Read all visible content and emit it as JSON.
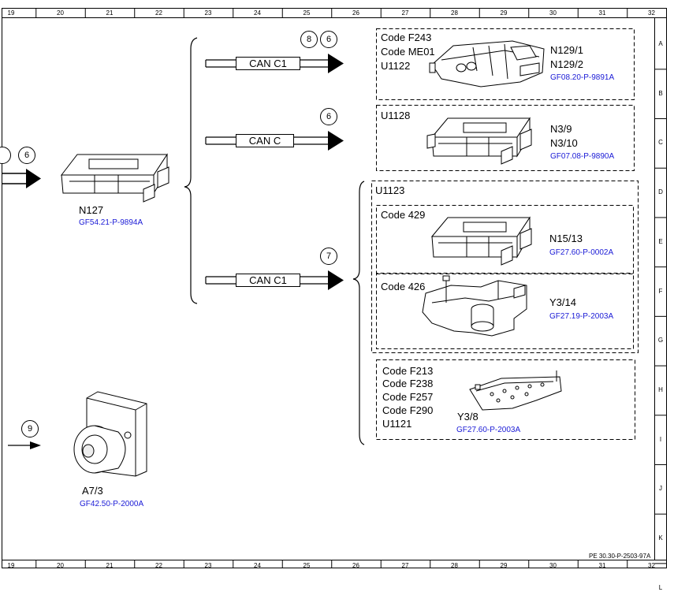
{
  "sheet": {
    "columns": [
      "19",
      "20",
      "21",
      "22",
      "23",
      "24",
      "25",
      "26",
      "27",
      "28",
      "29",
      "30",
      "31",
      "32"
    ],
    "rows": [
      "A",
      "B",
      "C",
      "D",
      "E",
      "F",
      "G",
      "H",
      "I",
      "J",
      "K",
      "L"
    ],
    "doc_ref": "PE 30.30-P-2503-97A"
  },
  "left": {
    "n127": {
      "circle_left": "",
      "circle": "6",
      "label": "N127",
      "ref": "GF54.21-P-9894A"
    },
    "a73": {
      "circle": "9",
      "label": "A7/3",
      "ref": "GF42.50-P-2000A"
    }
  },
  "buses": [
    {
      "label": "CAN C1",
      "circles": [
        "8",
        "6"
      ]
    },
    {
      "label": "CAN C",
      "circles": [
        "6"
      ]
    },
    {
      "label": "CAN C1",
      "circles": [
        "7"
      ]
    }
  ],
  "boxes": {
    "box1": {
      "codes": [
        "Code F243",
        "Code ME01",
        "U1122"
      ],
      "parts": [
        "N129/1",
        "N129/2"
      ],
      "ref": "GF08.20-P-9891A"
    },
    "box2": {
      "codes": [
        "U1128"
      ],
      "parts": [
        "N3/9",
        "N3/10"
      ],
      "ref": "GF07.08-P-9890A"
    },
    "box3": {
      "title": "U1123",
      "sub1": {
        "code": "Code 429",
        "part": "N15/13",
        "ref": "GF27.60-P-0002A"
      },
      "sub2": {
        "code": "Code 426",
        "part": "Y3/14",
        "ref": "GF27.19-P-2003A"
      }
    },
    "box4": {
      "codes": [
        "Code F213",
        "Code F238",
        "Code F257",
        "Code F290",
        "U1121"
      ],
      "part": "Y3/8",
      "ref": "GF27.60-P-2003A"
    }
  }
}
